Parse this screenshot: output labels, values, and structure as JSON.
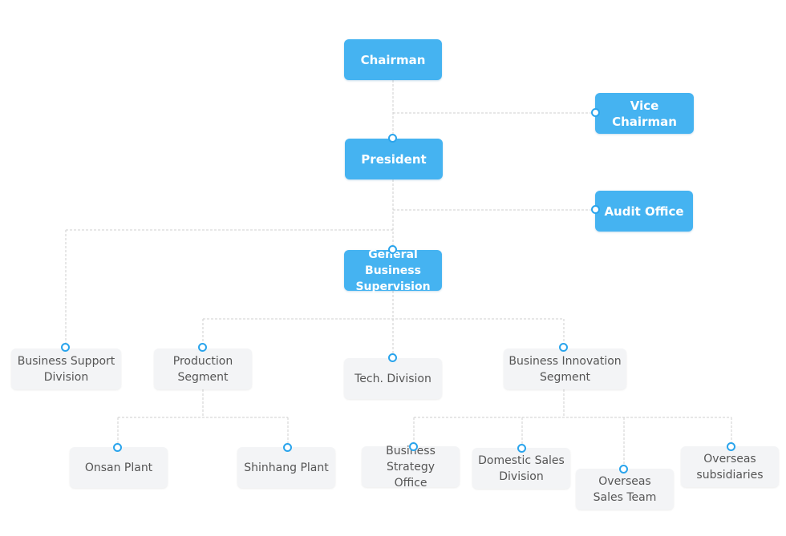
{
  "colors": {
    "executive_fill": "#45b3f1",
    "unit_fill": "#f3f4f6",
    "connector": "#cfcfcf",
    "dot_ring": "#2aa4ec"
  },
  "nodes": {
    "chairman": "Chairman",
    "vice_chairman": "Vice Chairman",
    "president": "President",
    "audit_office": "Audit Office",
    "general_business_supervision": "General Business\nSupervision",
    "business_support_division": "Business Support\nDivision",
    "production_segment": "Production\nSegment",
    "tech_division": "Tech. Division",
    "business_innovation_segment": "Business Innovation\nSegment",
    "onsan_plant": "Onsan Plant",
    "shinhang_plant": "Shinhang Plant",
    "business_strategy_office": "Business Strategy\nOffice",
    "domestic_sales_division": "Domestic Sales\nDivision",
    "overseas_sales_team": "Overseas\nSales Team",
    "overseas_subsidiaries": "Overseas\nsubsidiaries"
  }
}
